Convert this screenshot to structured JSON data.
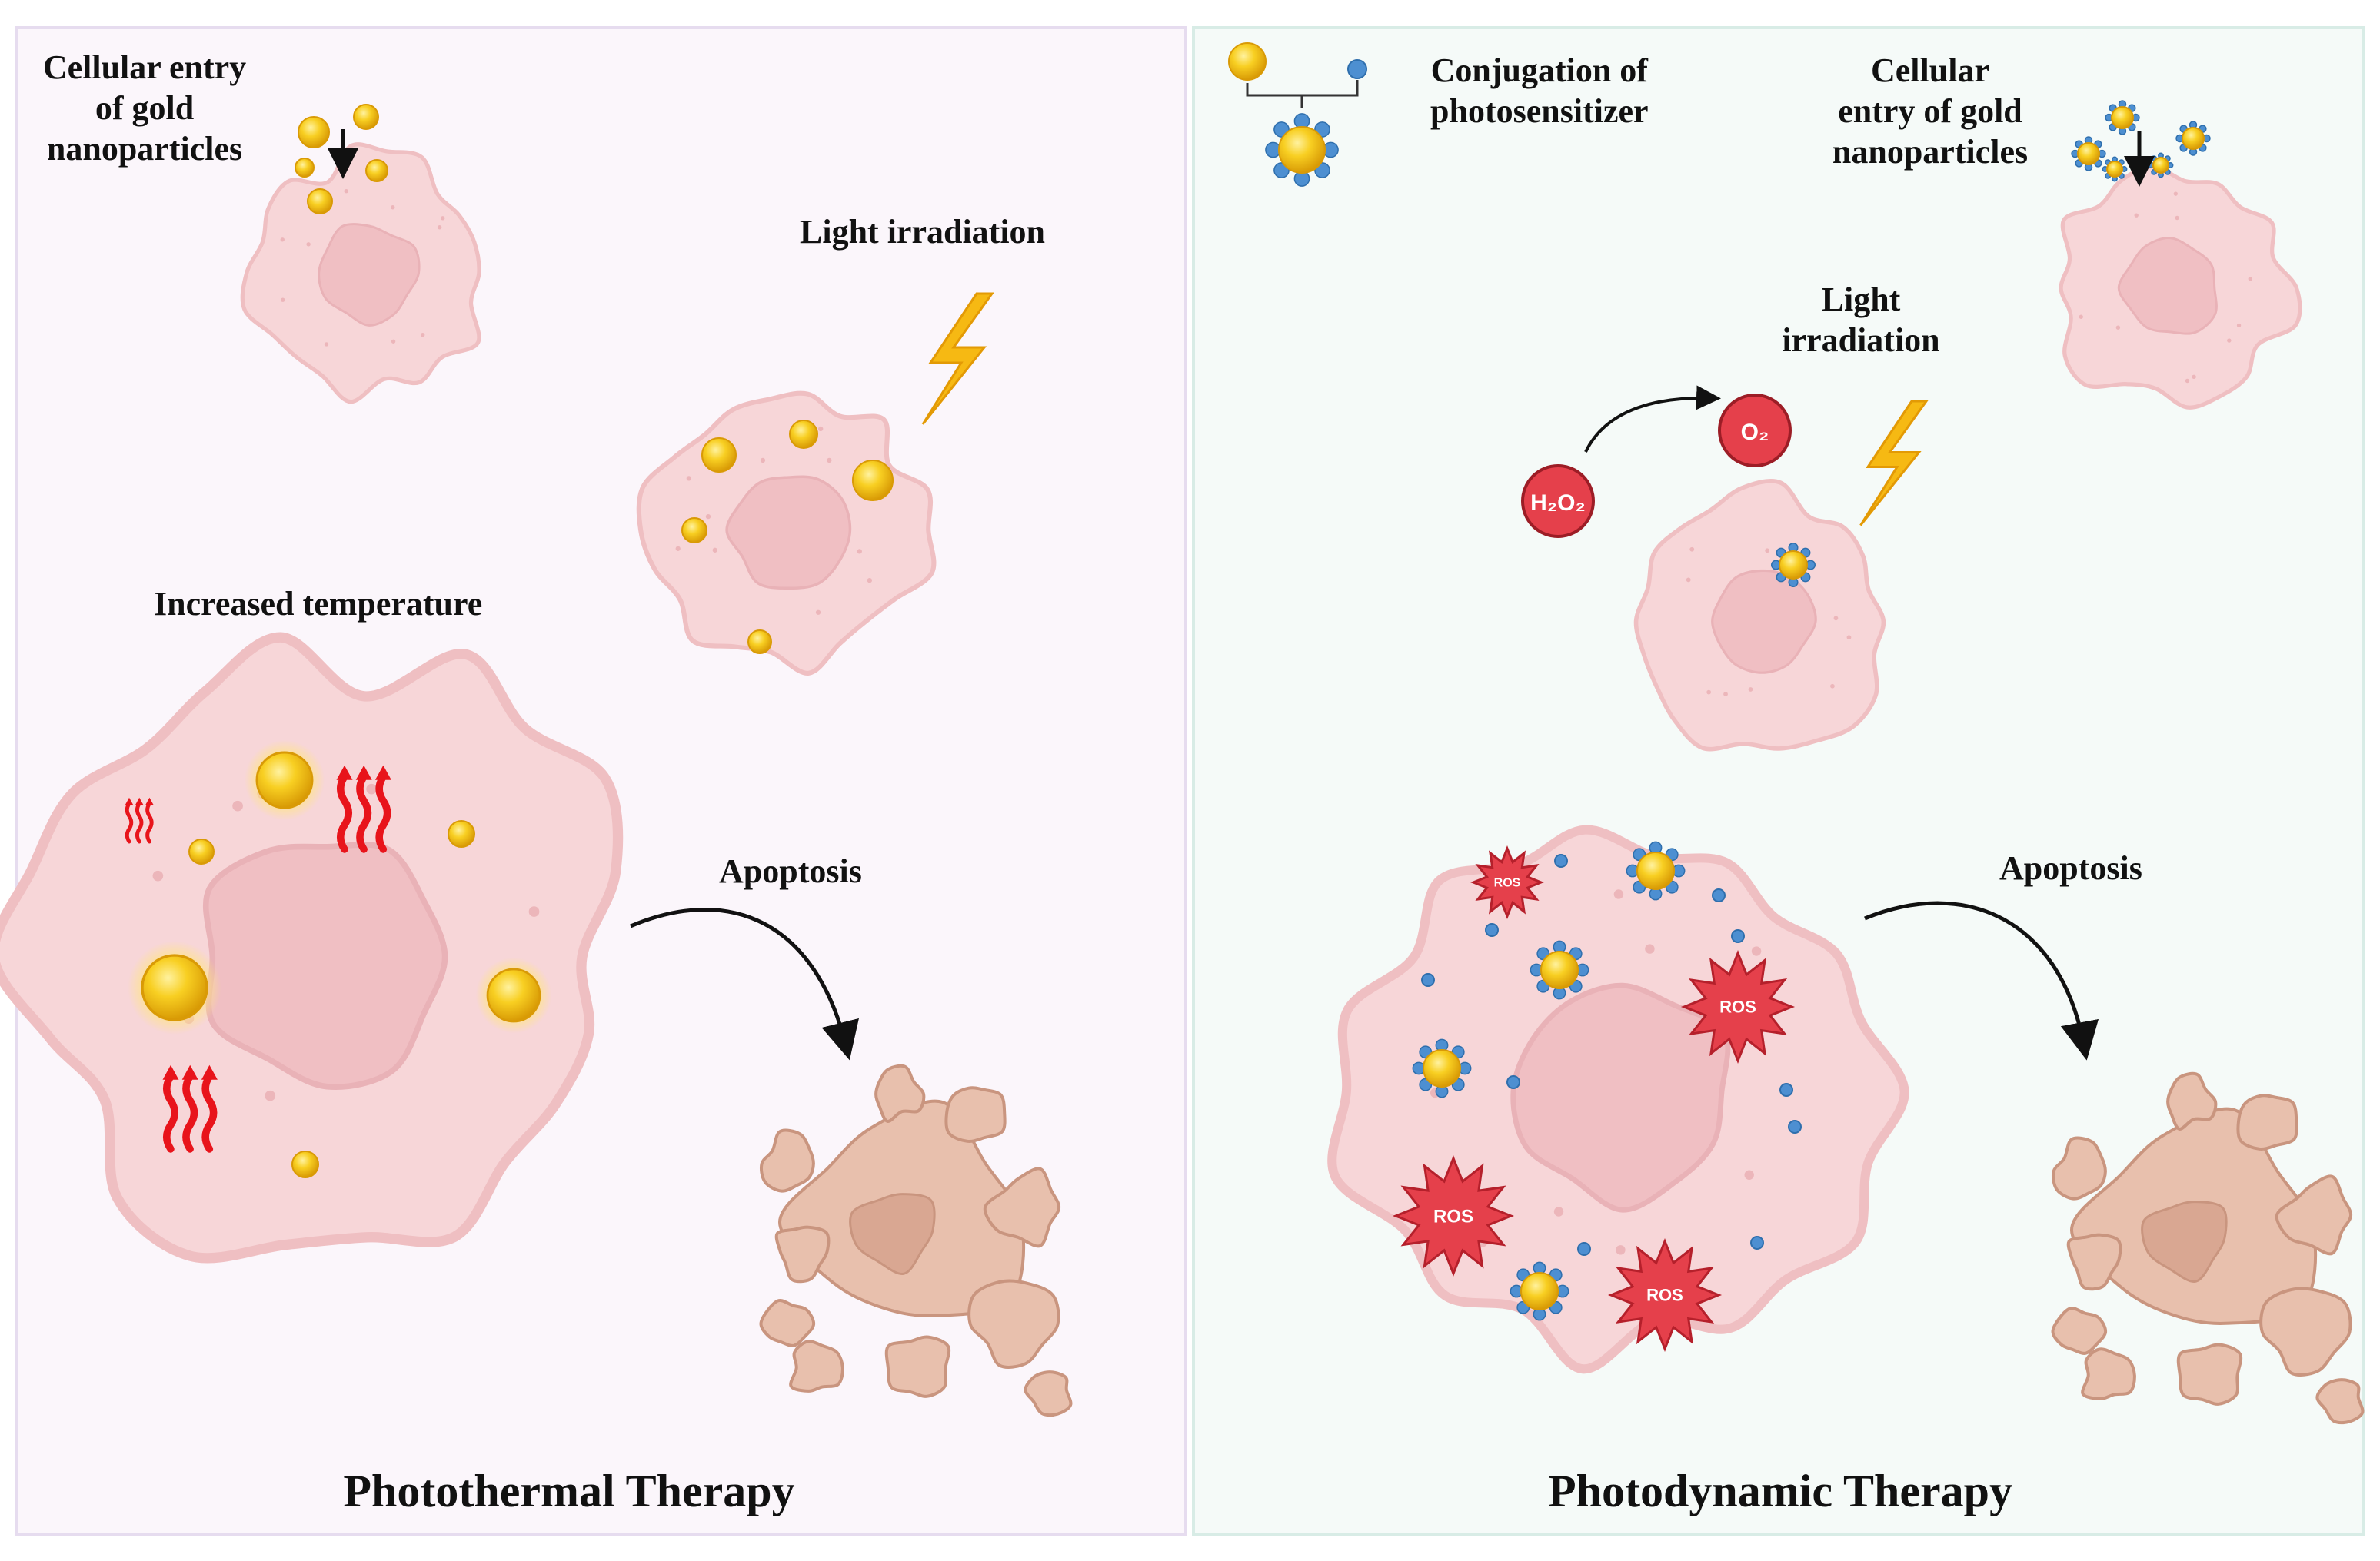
{
  "ptt": {
    "label_entry_l1": "Cellular entry",
    "label_entry_l2": "of gold",
    "label_entry_l3": "nanoparticles",
    "label_light": "Light irradiation",
    "label_temp": "Increased temperature",
    "label_apoptosis": "Apoptosis",
    "title": "Photothermal Therapy"
  },
  "pdt": {
    "label_conj_l1": "Conjugation of",
    "label_conj_l2": "photosensitizer",
    "label_entry_l1": "Cellular",
    "label_entry_l2": "entry of gold",
    "label_entry_l3": "nanoparticles",
    "label_light_l1": "Light",
    "label_light_l2": "irradiation",
    "h2o2": "H₂O₂",
    "o2": "O₂",
    "ros": "ROS",
    "label_apoptosis": "Apoptosis",
    "title": "Photodynamic Therapy"
  },
  "colors": {
    "panel_left": "#fbf6fb",
    "panel_right": "#f5faf8",
    "cell": "#f7d6d8",
    "nucleus": "#f0bfc3",
    "gold": "#f6c21a",
    "photosensitizer": "#4d8fd1",
    "ros": "#e5404b",
    "dead_cell": "#e8c0ad",
    "heat": "#e8141b",
    "lightning": "#f6b913"
  }
}
